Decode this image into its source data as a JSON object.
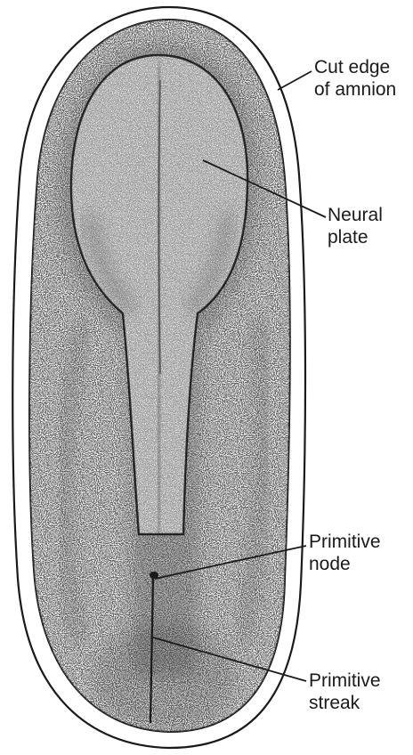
{
  "labels": {
    "amnion": [
      "Cut edge",
      "of amnion"
    ],
    "neural_plate": [
      "Neural",
      "plate"
    ],
    "primitive_node": [
      "Primitive",
      "node"
    ],
    "primitive_streak": [
      "Primitive",
      "streak"
    ]
  },
  "colors": {
    "ink": "#1a1a1a",
    "background": "#ffffff",
    "stipple": "#2b2b2b"
  }
}
